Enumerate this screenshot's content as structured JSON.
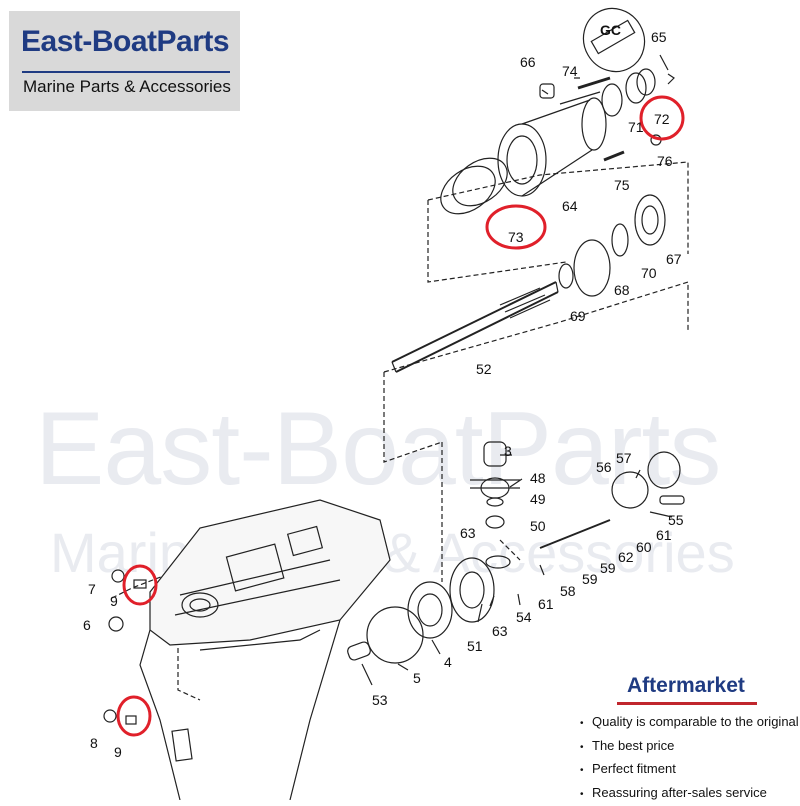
{
  "logo": {
    "title": "East-BoatParts",
    "subtitle": "Marine Parts & Accessories"
  },
  "watermark": {
    "title": "East-BoatParts",
    "subtitle": "Marine Parts & Accessories"
  },
  "aftermarket": {
    "title": "Aftermarket",
    "bullet": "•",
    "points": [
      "Quality is comparable to the original",
      "The best price",
      "Perfect fitment",
      "Reassuring after-sales service"
    ]
  },
  "diagram": {
    "highlight_color": "#e0202a",
    "line_color": "#222222",
    "parts": {
      "p3": "3",
      "p4": "4",
      "p5": "5",
      "p6": "6",
      "p7": "7",
      "p8": "8",
      "p9a": "9",
      "p9b": "9",
      "p48": "48",
      "p49": "49",
      "p50": "50",
      "p51": "51",
      "p52": "52",
      "p53": "53",
      "p54": "54",
      "p55": "55",
      "p56": "56",
      "p57": "57",
      "p58": "58",
      "p59a": "59",
      "p59b": "59",
      "p60": "60",
      "p61a": "61",
      "p61b": "61",
      "p62": "62",
      "p63a": "63",
      "p63b": "63",
      "p64": "64",
      "p65": "65",
      "p66": "66",
      "p67": "67",
      "p68": "68",
      "p69": "69",
      "p70": "70",
      "p71": "71",
      "p72": "72",
      "p73": "73",
      "p74": "74",
      "p75": "75",
      "p76": "76",
      "gc_icon": "GC"
    },
    "highlighted_parts": [
      "72",
      "73",
      "9",
      "9"
    ]
  }
}
